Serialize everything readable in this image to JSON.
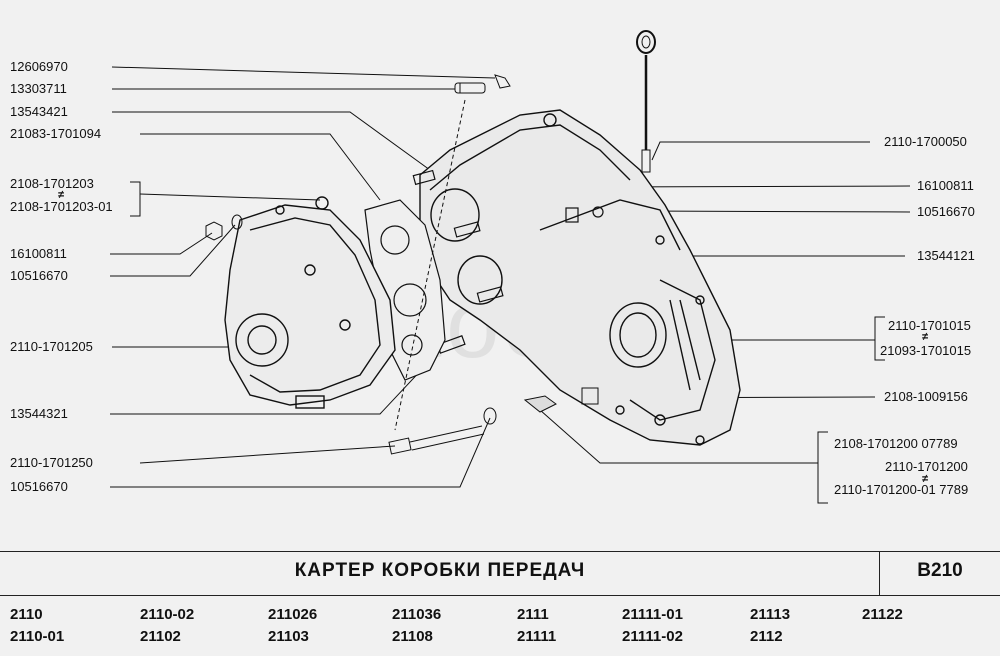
{
  "watermark": "AutoSoft",
  "labels_left": [
    {
      "id": "l1",
      "text": "12606970"
    },
    {
      "id": "l2",
      "text": "13303711"
    },
    {
      "id": "l3",
      "text": "13543421"
    },
    {
      "id": "l4",
      "text": "21083-1701094"
    },
    {
      "id": "l5",
      "text": "2108-1701203"
    },
    {
      "id": "l6",
      "text": "2108-1701203-01"
    },
    {
      "id": "l7",
      "text": "16100811"
    },
    {
      "id": "l8",
      "text": "10516670"
    },
    {
      "id": "l9",
      "text": "2110-1701205"
    },
    {
      "id": "l10",
      "text": "13544321"
    },
    {
      "id": "l11",
      "text": "2110-1701250"
    },
    {
      "id": "l12",
      "text": "10516670"
    }
  ],
  "labels_right": [
    {
      "id": "r1",
      "text": "2110-1700050"
    },
    {
      "id": "r2",
      "text": "16100811"
    },
    {
      "id": "r3",
      "text": "10516670"
    },
    {
      "id": "r4",
      "text": "13544121"
    },
    {
      "id": "r5",
      "text": "2110-1701015"
    },
    {
      "id": "r6",
      "text": "21093-1701015"
    },
    {
      "id": "r7",
      "text": "2108-1009156"
    },
    {
      "id": "r8",
      "text": "2108-1701200  07789"
    },
    {
      "id": "r9",
      "text": "2110-1701200"
    },
    {
      "id": "r10",
      "text": "2110-1701200-01  7789"
    }
  ],
  "neq_symbol": "≠",
  "footer": {
    "title": "КАРТЕР   КОРОБКИ   ПЕРЕДАЧ",
    "code": "B210",
    "models": [
      "2110",
      "2110-01",
      "2110-02",
      "21102",
      "211026",
      "21103",
      "211036",
      "21108",
      "2111",
      "21111",
      "21111-01",
      "21111-02",
      "21113",
      "2112",
      "21122"
    ]
  }
}
